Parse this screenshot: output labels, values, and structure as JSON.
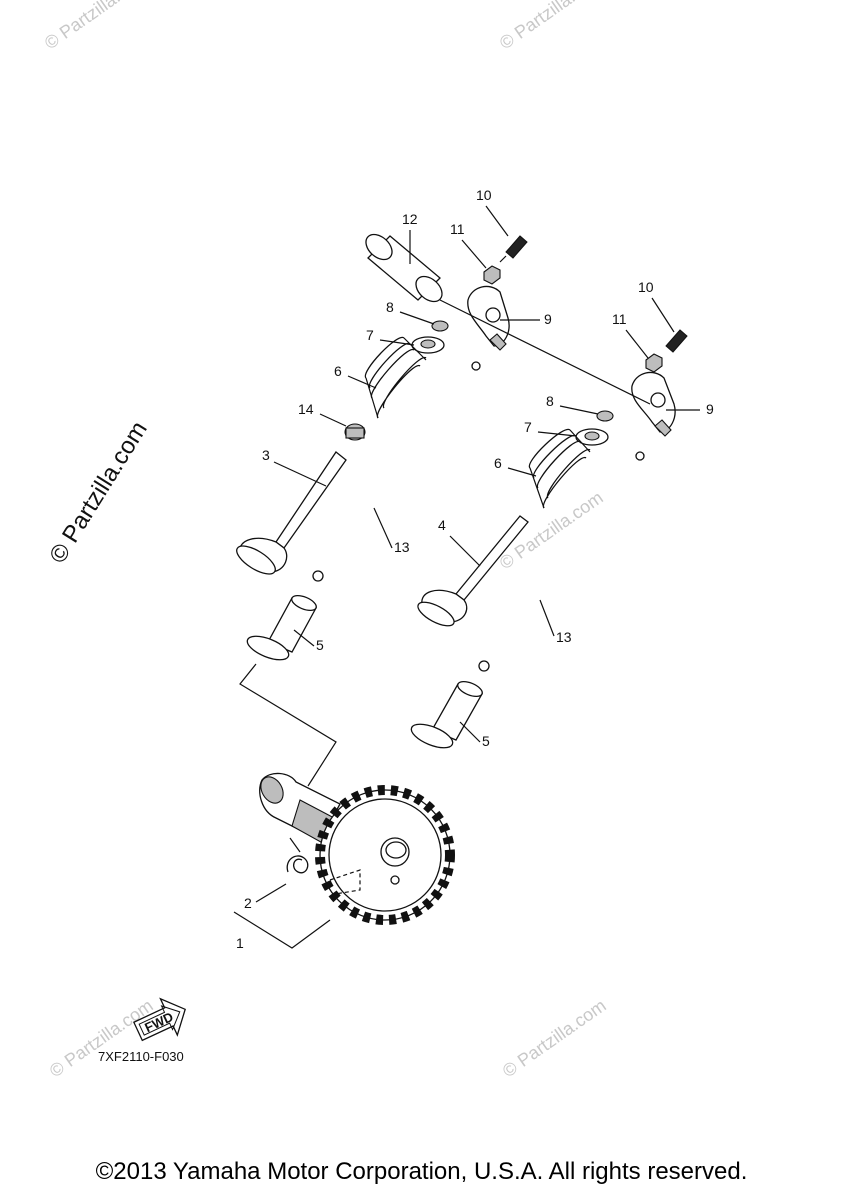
{
  "watermark": "© Partzilla.com",
  "diagram_code": "7XF2110-F030",
  "fwd_label": "FWD",
  "copyright": "©2013 Yamaha Motor Corporation, U.S.A. All rights reserved.",
  "callouts": {
    "c1": "1",
    "c2": "2",
    "c3": "3",
    "c4": "4",
    "c5a": "5",
    "c5b": "5",
    "c6a": "6",
    "c6b": "6",
    "c7a": "7",
    "c7b": "7",
    "c8a": "8",
    "c8b": "8",
    "c9a": "9",
    "c9b": "9",
    "c10a": "10",
    "c10b": "10",
    "c11a": "11",
    "c11b": "11",
    "c12": "12",
    "c13a": "13",
    "c13b": "13",
    "c14": "14"
  }
}
